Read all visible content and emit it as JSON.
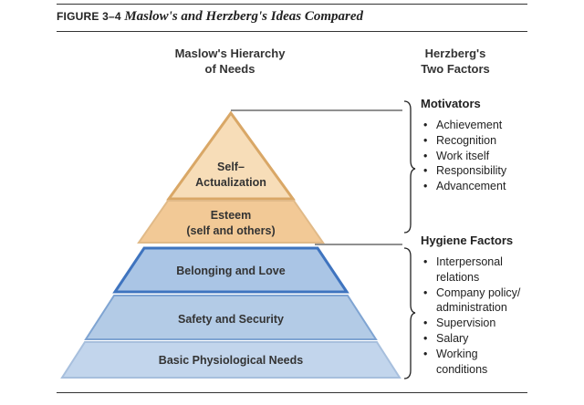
{
  "figure": {
    "number": "FIGURE 3–4",
    "title": "Maslow's and Herzberg's Ideas Compared"
  },
  "columns": {
    "maslow_heading": [
      "Maslow's Hierarchy",
      "of Needs"
    ],
    "herzberg_heading": [
      "Herzberg's",
      "Two Factors"
    ]
  },
  "pyramid": {
    "tiers": [
      {
        "lines": [
          "Self–",
          "Actualization"
        ],
        "fill": "#f7ddb8",
        "stroke": "#d9a766"
      },
      {
        "lines": [
          "Esteem",
          "(self and others)"
        ],
        "fill": "#f2c996",
        "stroke": "#e1ba88"
      },
      {
        "lines": [
          "Belonging and Love"
        ],
        "fill": "#aac5e5",
        "stroke": "#3f74bf"
      },
      {
        "lines": [
          "Safety and Security"
        ],
        "fill": "#b3cbe6",
        "stroke": "#7fa4d2"
      },
      {
        "lines": [
          "Basic Physiological Needs"
        ],
        "fill": "#c2d5ec",
        "stroke": "#a7bfdd"
      }
    ]
  },
  "herzberg": {
    "motivators": {
      "title": "Motivators",
      "items": [
        "Achievement",
        "Recognition",
        "Work itself",
        "Responsibility",
        "Advancement"
      ]
    },
    "hygiene": {
      "title": "Hygiene Factors",
      "items": [
        [
          "Interpersonal",
          "relations"
        ],
        [
          "Company policy/",
          "administration"
        ],
        [
          "Supervision"
        ],
        [
          "Salary"
        ],
        [
          "Working",
          "conditions"
        ]
      ]
    }
  },
  "colors": {
    "rule": "#333333",
    "connector": "#222222"
  }
}
